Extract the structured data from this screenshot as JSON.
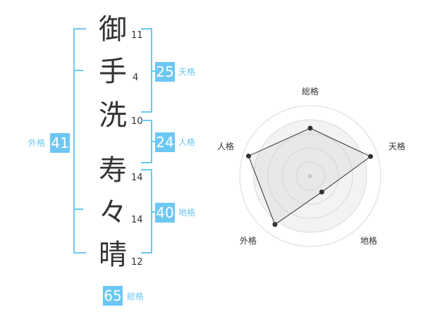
{
  "name": {
    "chars": [
      {
        "char": "御",
        "strokes": "11"
      },
      {
        "char": "手",
        "strokes": "4"
      },
      {
        "char": "洗",
        "strokes": "10"
      },
      {
        "char": "寿",
        "strokes": "14"
      },
      {
        "char": "々",
        "strokes": "14"
      },
      {
        "char": "晴",
        "strokes": "12"
      }
    ]
  },
  "scores": {
    "tenkaku": {
      "value": "25",
      "label": "天格"
    },
    "jinkaku": {
      "value": "24",
      "label": "人格"
    },
    "chikaku": {
      "value": "40",
      "label": "地格"
    },
    "gaikaku": {
      "value": "41",
      "label": "外格"
    },
    "soukaku": {
      "value": "65",
      "label": "総格"
    }
  },
  "colors": {
    "accent": "#6cc7f3",
    "text": "#333333"
  },
  "chart_data": {
    "type": "radar",
    "axes": [
      "総格",
      "天格",
      "地格",
      "外格",
      "人格"
    ],
    "values": [
      0.68,
      0.9,
      0.28,
      0.85,
      0.92
    ],
    "range": [
      0,
      1
    ]
  }
}
